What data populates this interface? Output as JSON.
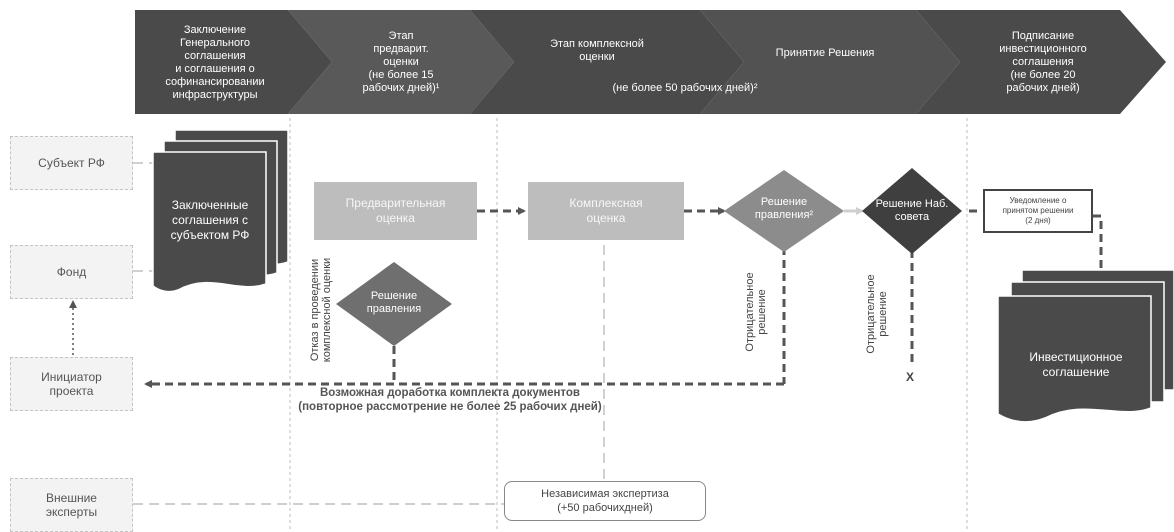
{
  "header": {
    "stage1": "Заключение\nГенерального\nсоглашения\nи соглашения о\nсофинансировании\nинфраструктуры",
    "stage2": "Этап\nпредварит.\nоценки\n(не более 15\nрабочих дней)¹",
    "stage3": "Этап комплексной\nоценки",
    "stage4": "Принятие Решения",
    "stage34_note": "(не более 50 рабочих дней)²",
    "stage5": "Подписание\nинвестиционного\nсоглашения\n(не более 20\nрабочих дней)"
  },
  "lanes": {
    "subject": "Субъект РФ",
    "fund": "Фонд",
    "initiator": "Инициатор\nпроекта",
    "experts": "Внешние\nэксперты"
  },
  "docs": {
    "agreements": "Заключенные\nсоглашения с\nсубъектом РФ",
    "investment": "Инвестиционное\nсоглашение"
  },
  "process": {
    "preliminary": "Предварительная\nоценка",
    "complex": "Комплексная\nоценка",
    "board_decision_1": "Решение\nправления",
    "board_decision_2": "Решение\nправления²",
    "supervisory_decision": "Решение Наб.\nсовета",
    "notification": "Уведомление о\nпринятом решении\n(2 дня)",
    "refusal": "Отказ в проведении\nкомплексной оценки",
    "negative_1": "Отрицательное\nрешение",
    "negative_2": "Отрицательное\nрешение",
    "end_mark": "X",
    "rework": "Возможная доработка комплекта документов\n(повторное рассмотрение не более 25 рабочих дней)",
    "independent": "Независимая экспертиза\n(+50 рабочихдней)"
  }
}
